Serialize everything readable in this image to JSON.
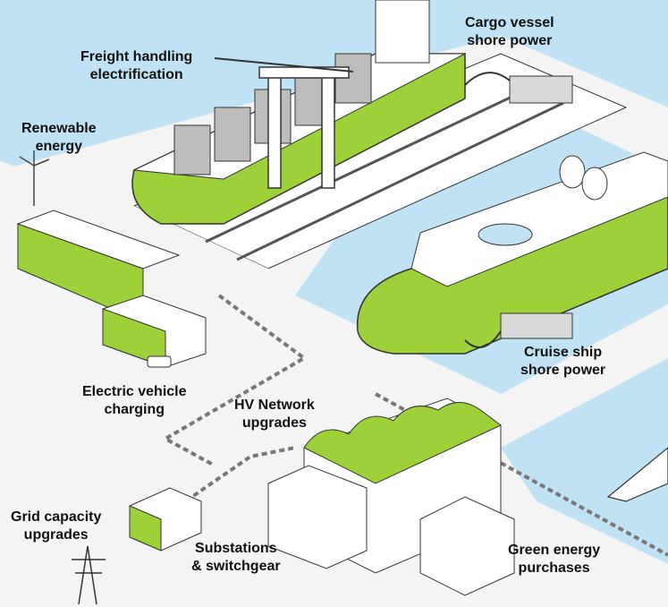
{
  "colors": {
    "water": "#bfe3f5",
    "ground": "#f4f4f4",
    "accent_green": "#9cd13a",
    "building_wall": "#ffffff",
    "outline": "#333333",
    "container": "#bdbdbd"
  },
  "labels": {
    "cargo_shore_power": {
      "line1": "Cargo vessel",
      "line2": "shore power"
    },
    "freight_handling": {
      "line1": "Freight handling",
      "line2": "electrification"
    },
    "renewable_energy": {
      "line1": "Renewable",
      "line2": "energy"
    },
    "ev_charging": {
      "line1": "Electric vehicle",
      "line2": "charging"
    },
    "hv_network": {
      "line1": "HV Network",
      "line2": "upgrades"
    },
    "cruise_shore_power": {
      "line1": "Cruise ship",
      "line2": "shore power"
    },
    "grid_capacity": {
      "line1": "Grid capacity",
      "line2": "upgrades"
    },
    "substations": {
      "line1": "Substations",
      "line2": "& switchgear"
    },
    "green_energy": {
      "line1": "Green energy",
      "line2": "purchases"
    }
  }
}
